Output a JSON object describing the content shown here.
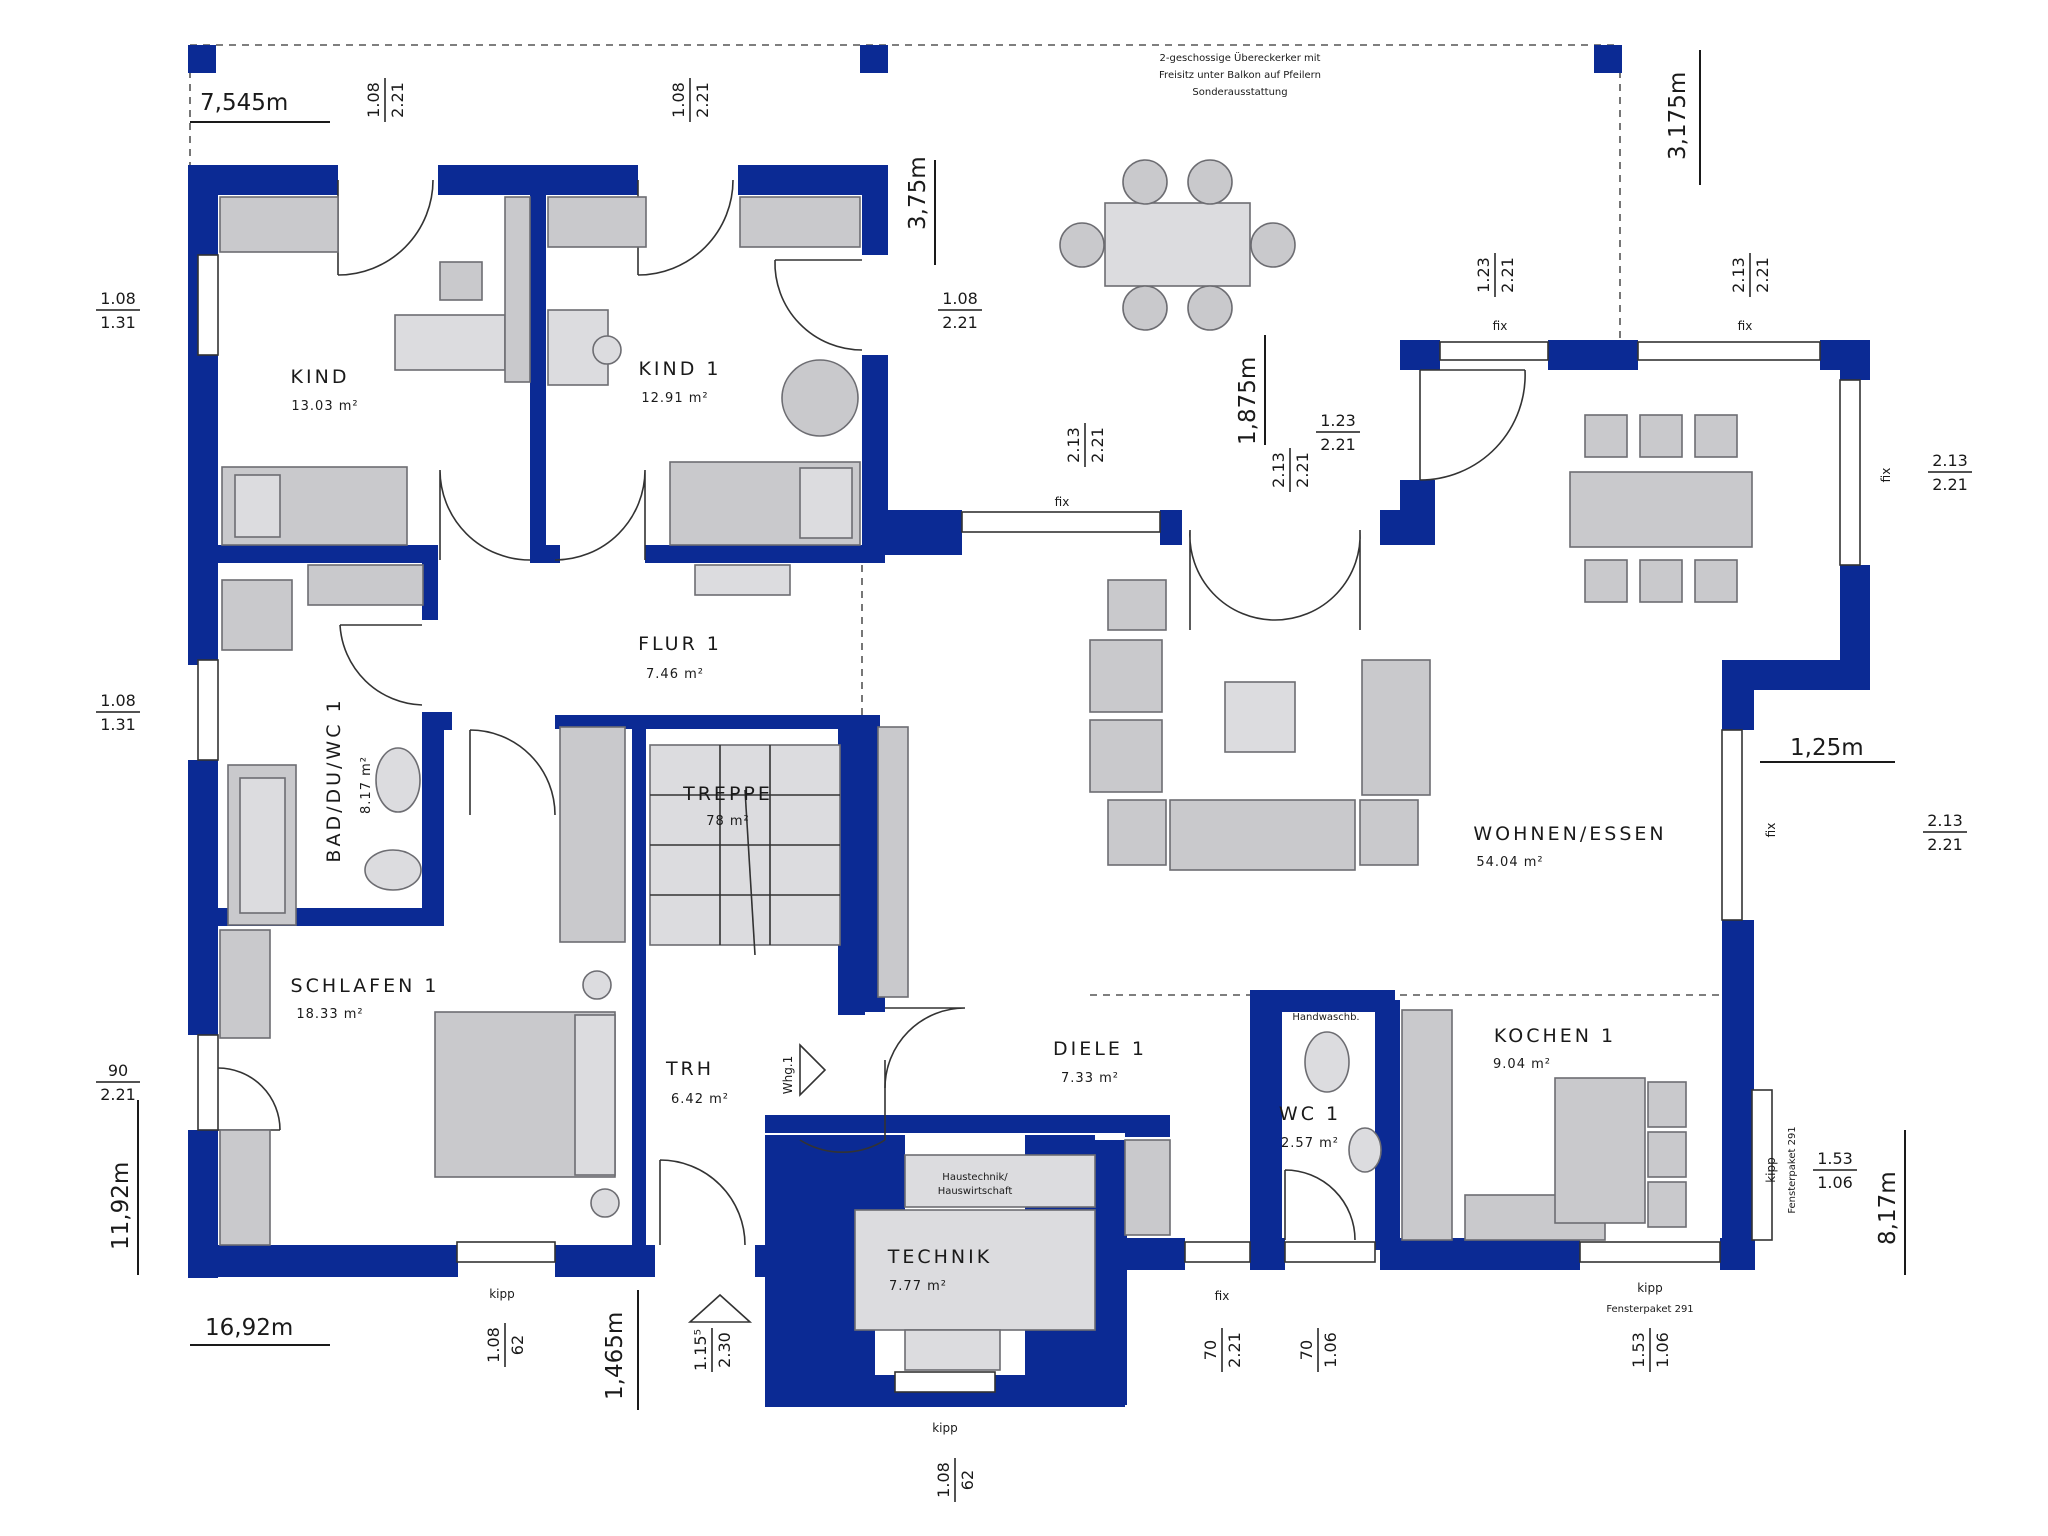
{
  "colors": {
    "wall": "#0b2a94",
    "furniture": "#c9c9cc",
    "background": "#ffffff"
  },
  "rooms": [
    {
      "id": "kind",
      "name": "KIND",
      "area": "13.03 m²"
    },
    {
      "id": "kind1",
      "name": "KIND 1",
      "area": "12.91 m²"
    },
    {
      "id": "flur1",
      "name": "FLUR 1",
      "area": "7.46 m²"
    },
    {
      "id": "bad",
      "name": "BAD/DU/WC 1",
      "area": "8.17 m²"
    },
    {
      "id": "treppe",
      "name": "TREPPE",
      "area": "78 m²"
    },
    {
      "id": "schlafen1",
      "name": "SCHLAFEN 1",
      "area": "18.33 m²"
    },
    {
      "id": "trh",
      "name": "TRH",
      "area": "6.42 m²"
    },
    {
      "id": "diele1",
      "name": "DIELE 1",
      "area": "7.33 m²"
    },
    {
      "id": "technik",
      "name": "TECHNIK",
      "area": "7.77 m²"
    },
    {
      "id": "wc1",
      "name": "WC 1",
      "area": "2.57 m²"
    },
    {
      "id": "kochen1",
      "name": "KOCHEN 1",
      "area": "9.04 m²"
    },
    {
      "id": "wohnen",
      "name": "WOHNEN/ESSEN",
      "area": "54.04 m²"
    }
  ],
  "dimensions": {
    "d7545": "7,545m",
    "d1692": "16,92m",
    "d375": "3,75m",
    "d3175": "3,175m",
    "d1875": "1,875m",
    "d125": "1,25m",
    "d1192": "11,92m",
    "d1465": "1,465m",
    "d817": "8,17m"
  },
  "fractions": [
    {
      "id": "f1",
      "num": "1.08",
      "den": "2.21"
    },
    {
      "id": "f2",
      "num": "1.08",
      "den": "2.21"
    },
    {
      "id": "f3",
      "num": "1.08",
      "den": "1.31"
    },
    {
      "id": "f4",
      "num": "1.08",
      "den": "1.31"
    },
    {
      "id": "f5",
      "num": "90",
      "den": "2.21"
    },
    {
      "id": "f6",
      "num": "1.08",
      "den": "2.21"
    },
    {
      "id": "f7",
      "num": "1.23",
      "den": "2.21"
    },
    {
      "id": "f8",
      "num": "2.13",
      "den": "2.21"
    },
    {
      "id": "f9",
      "num": "2.13",
      "den": "2.21"
    },
    {
      "id": "f10",
      "num": "2.13",
      "den": "2.21"
    },
    {
      "id": "f11",
      "num": "1.23",
      "den": "2.21"
    },
    {
      "id": "f12",
      "num": "2.13",
      "den": "2.21"
    },
    {
      "id": "f13",
      "num": "2.13",
      "den": "2.21"
    },
    {
      "id": "f14",
      "num": "1.53",
      "den": "1.06"
    },
    {
      "id": "f15",
      "num": "1.08",
      "den": "62"
    },
    {
      "id": "f16",
      "num": "1.15⁵",
      "den": "2.30"
    },
    {
      "id": "f17",
      "num": "1.08",
      "den": "62"
    },
    {
      "id": "f18",
      "num": "70",
      "den": "2.21"
    },
    {
      "id": "f19",
      "num": "70",
      "den": "1.06"
    },
    {
      "id": "f20",
      "num": "1.53",
      "den": "1.06"
    }
  ],
  "labels": {
    "balcony_line1": "2-geschossige Übereckerker mit",
    "balcony_line2": "Freisitz unter Balkon auf Pfeilern",
    "balcony_line3": "Sonderausstattung",
    "fix": "fix",
    "kipp": "kipp",
    "fensterpaket": "Fensterpaket 291",
    "haustechnik1": "Haustechnik/",
    "haustechnik2": "Hauswirtschaft",
    "whg": "Whg.1",
    "waschbecken": "Handwaschb."
  }
}
